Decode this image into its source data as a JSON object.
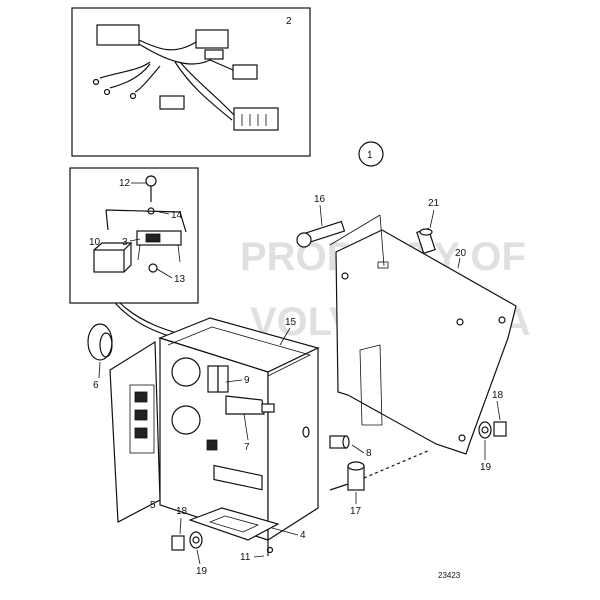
{
  "callouts": {
    "c1": "1",
    "c2": "2",
    "c3": "3",
    "c4": "4",
    "c5": "5",
    "c6": "6",
    "c7": "7",
    "c8": "8",
    "c9": "9",
    "c10": "10",
    "c11": "11",
    "c12": "12",
    "c13": "13",
    "c14": "14",
    "c15": "15",
    "c16": "16",
    "c17": "17",
    "c18a": "18",
    "c18b": "18",
    "c19a": "19",
    "c19b": "19",
    "c20": "20",
    "c21": "21"
  },
  "watermark": {
    "line1": "PROPERTY OF",
    "line2": "VOLVO PENTA"
  },
  "figure_number": "23423"
}
